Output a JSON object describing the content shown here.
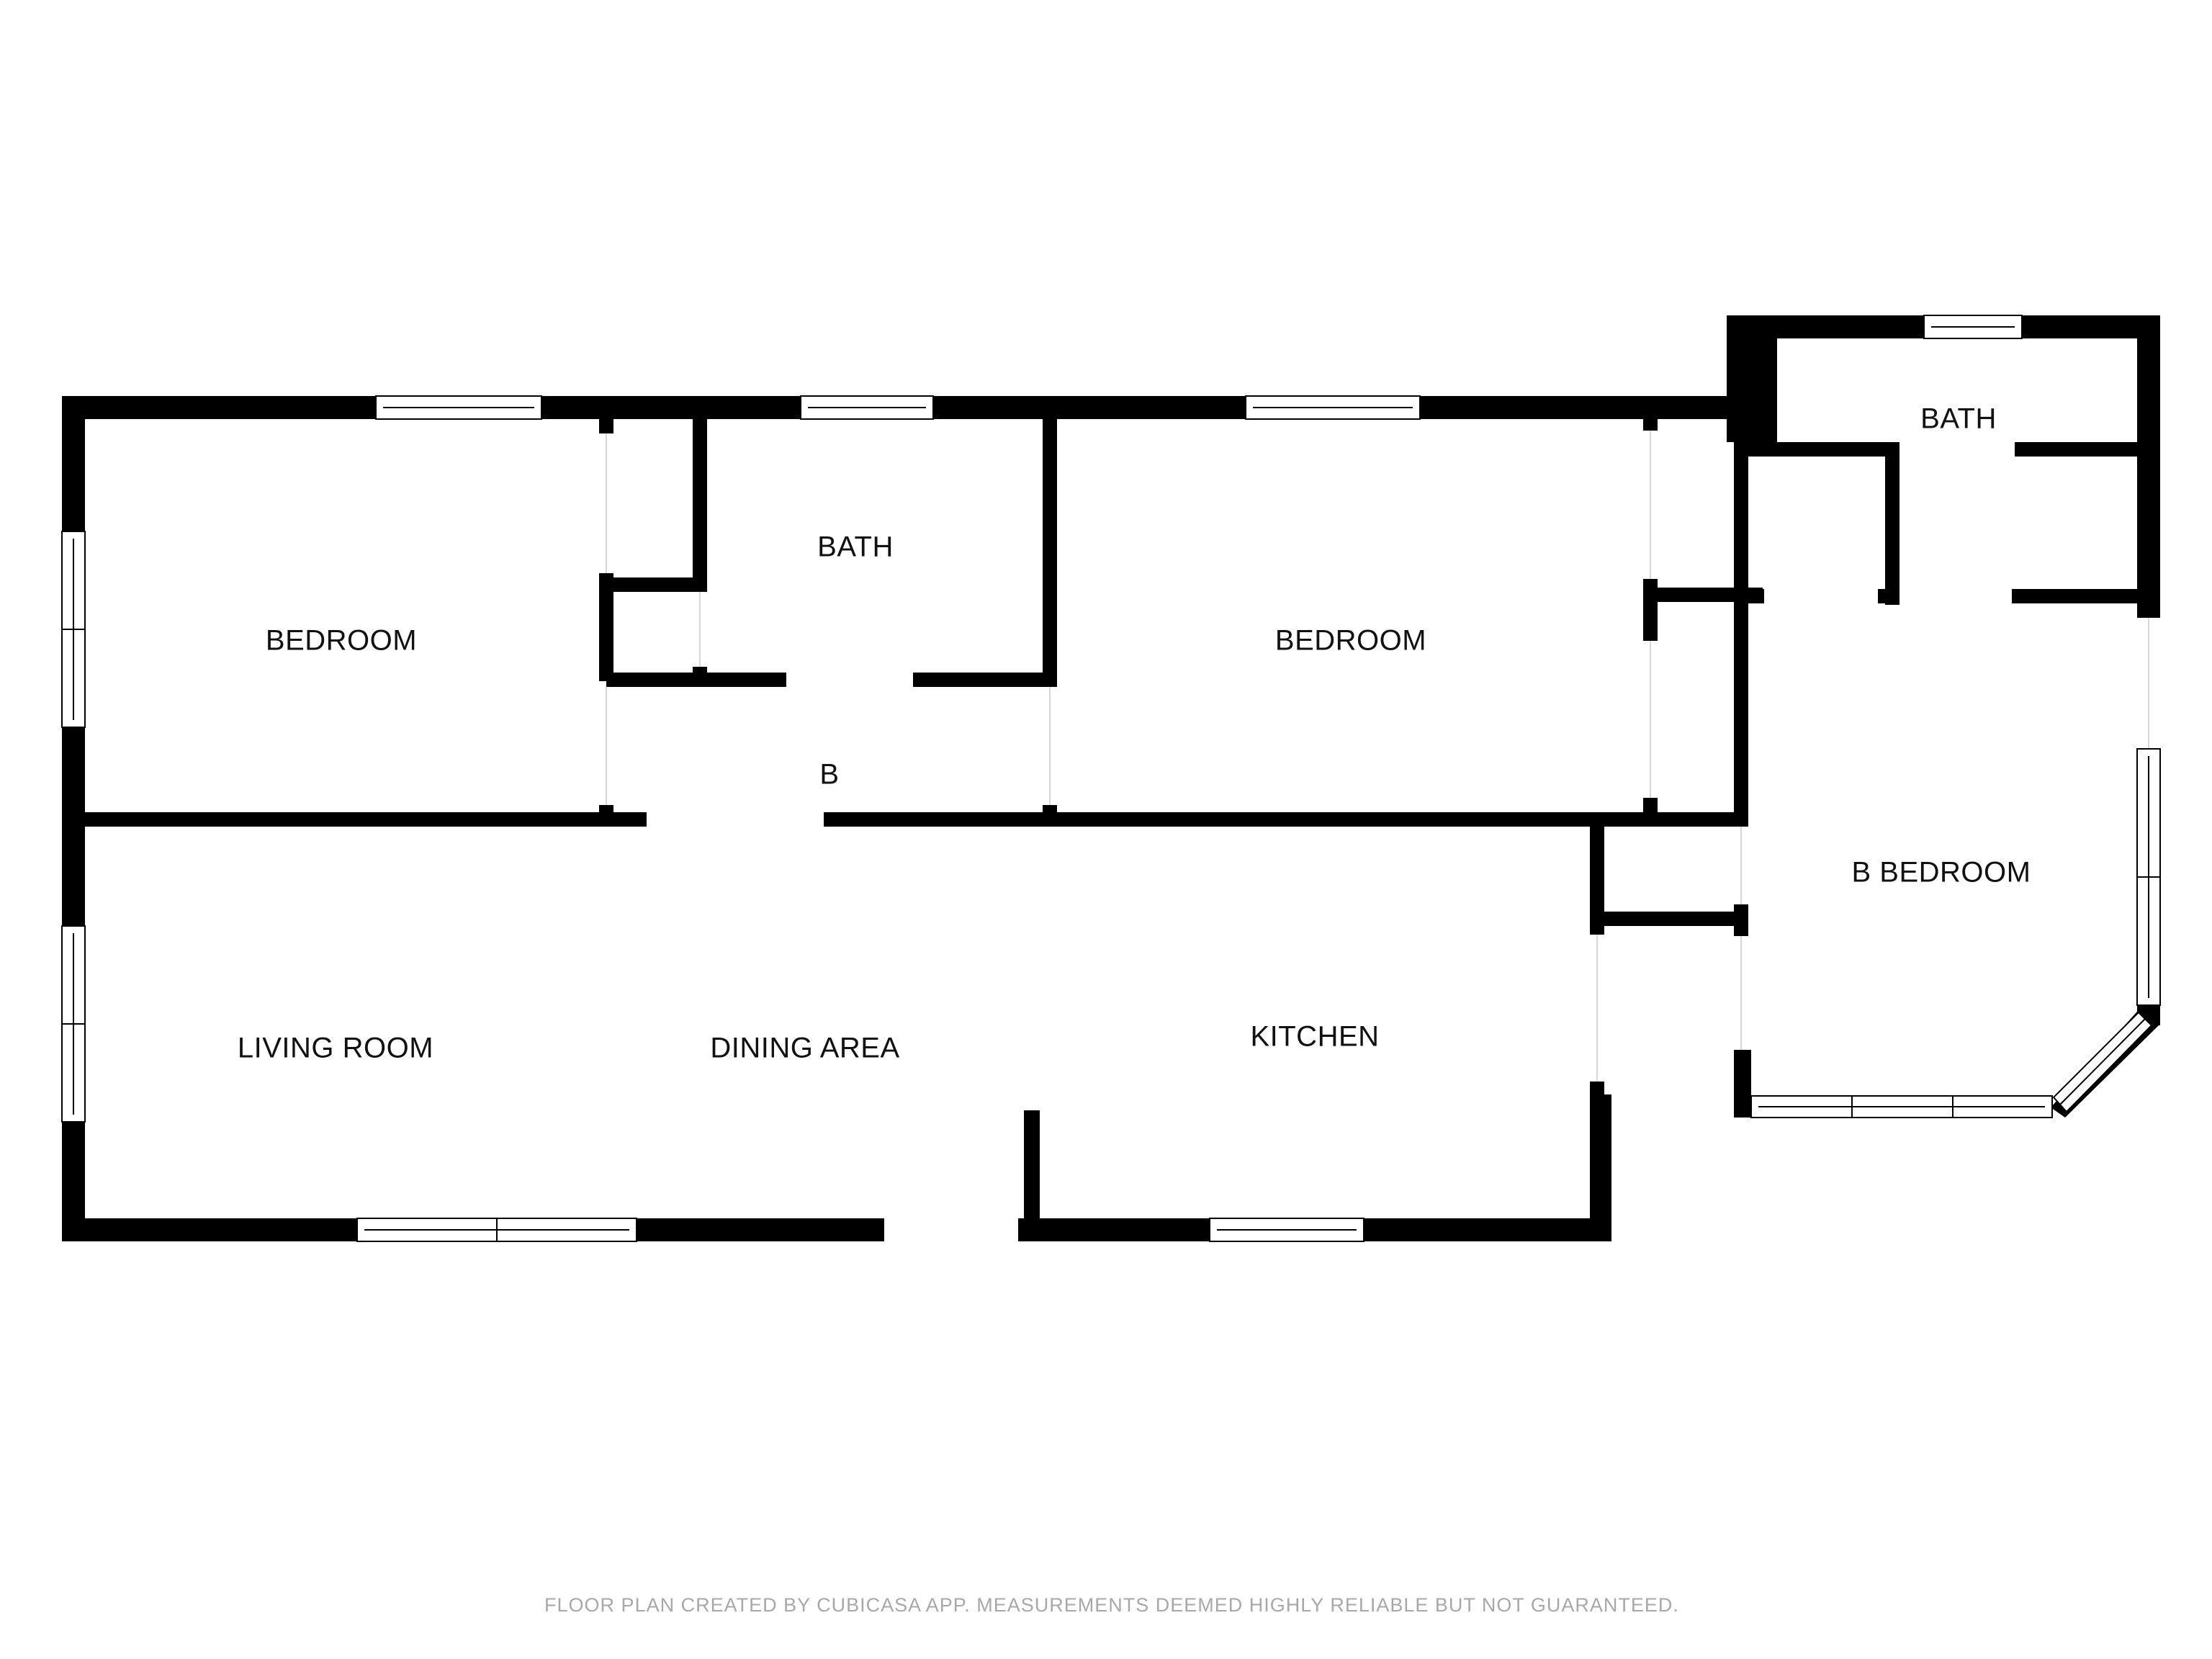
{
  "rooms": {
    "bedroom_left": "BEDROOM",
    "bath_top": "BATH",
    "bedroom_center": "BEDROOM",
    "hall": "B",
    "bath_right": "BATH",
    "bedroom_right": "B BEDROOM",
    "living_room": "LIVING ROOM",
    "dining_area": "DINING AREA",
    "kitchen": "KITCHEN"
  },
  "footer": {
    "note": "FLOOR PLAN CREATED BY CUBICASA APP. MEASUREMENTS DEEMED HIGHLY RELIABLE BUT NOT GUARANTEED."
  },
  "colors": {
    "wall": "#000000",
    "background": "#ffffff",
    "footer_text": "#a8a8a8"
  }
}
